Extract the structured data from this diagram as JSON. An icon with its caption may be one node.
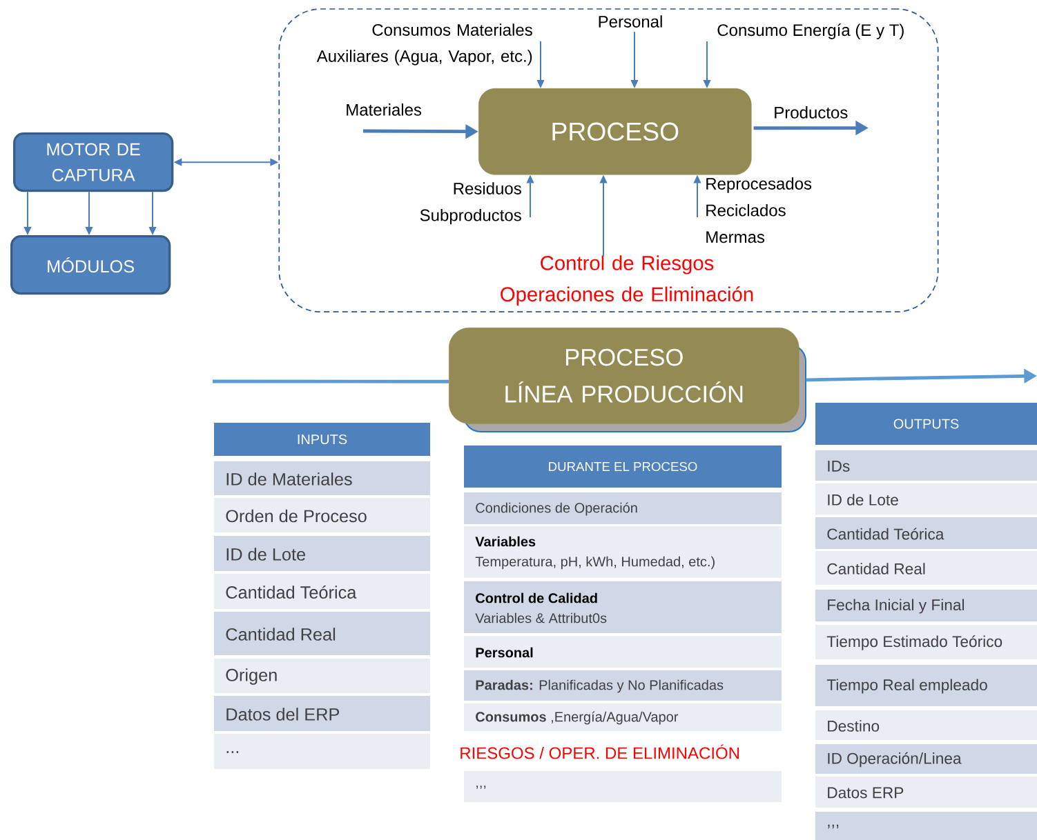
{
  "diagram": {
    "nodes": [
      {
        "text": [
          "MOTOR DE CAPTURA"
        ]
      },
      {
        "text": [
          "MÓDULOS"
        ]
      },
      {
        "text": [],
        "shape": "box"
      },
      {
        "text": [
          "Consumos Materiales Auxiliares (Agua, Vapor, etc.)"
        ],
        "in": 2
      },
      {
        "text": [
          "Personal"
        ],
        "in": 2
      },
      {
        "text": [
          "Consumo Energía (E y T)"
        ],
        "in": 2
      },
      {
        "text": [
          "Materiales"
        ],
        "in": 2
      },
      {
        "text": [
          "PROCESO"
        ],
        "in": 2
      },
      {
        "text": [
          "Productos"
        ],
        "in": 2
      },
      {
        "text": [
          "Residuos Subproductos"
        ],
        "in": 2
      },
      {
        "text": [
          "Reprocesados Reciclados Mermas"
        ],
        "in": 2
      },
      {
        "text": [
          "Control de Riesgos Operaciones de Eliminación"
        ],
        "in": 2
      },
      {
        "text": [
          "PROCESO LÍNEA PRODUCCIÓN"
        ]
      },
      {
        "text": [
          "INPUTS",
          "ID de Materiales",
          "Orden de Proceso",
          "ID de Lote",
          "Cantidad Teórica",
          "Cantidad Real",
          "Origen",
          "Datos del ERP",
          "..."
        ]
      },
      {
        "text": [
          "DURANTE EL PROCESO",
          "Condiciones de Operación",
          "Variables",
          "Temperatura, pH, kWh, Humedad, etc.)",
          "Control de Calidad",
          "Variables & Attribut0s",
          "Personal",
          "**Paradas:** Planificadas y No Planificadas",
          "**Consumos** ,Energía/Agua/Vapor",
          "RIESGOS / OPER. DE ELIMINACIÓN",
          ",,,"
        ]
      },
      {
        "text": [
          "OUTPUTS",
          "IDs",
          "ID de Lote",
          "Cantidad Teórica",
          "Cantidad Real",
          "Fecha Inicial y Final",
          "Tiempo Estimado Teórico",
          "Tiempo Real empleado",
          "Destino",
          "ID Operación/Linea",
          "Datos ERP",
          ",,,"
        ]
      }
    ],
    "edges": [
      {
        "from": 0,
        "to": 2,
        "arrow": "both"
      },
      {
        "from": 0,
        "to": 1,
        "arrow": "to"
      },
      {
        "from": 0,
        "to": 1,
        "arrow": "to"
      },
      {
        "from": 0,
        "to": 1,
        "arrow": "to"
      },
      {
        "from": 3,
        "to": 7,
        "arrow": "to"
      },
      {
        "from": 4,
        "to": 7,
        "arrow": "to"
      },
      {
        "from": 5,
        "to": 7,
        "arrow": "to"
      },
      {
        "from": 6,
        "to": 7,
        "arrow": "to",
        "style": "thick"
      },
      {
        "from": 7,
        "to": 8,
        "arrow": "to",
        "style": "thick"
      },
      {
        "from": 9,
        "to": 7,
        "arrow": "to"
      },
      {
        "from": 10,
        "to": 7,
        "arrow": "to"
      },
      {
        "from": 11,
        "to": 7,
        "arrow": "to"
      },
      {
        "from": null,
        "to": 12,
        "arrow": "none",
        "style": "thick",
        "color": "#5b9bd5"
      },
      {
        "from": 12,
        "to": null,
        "arrow": "to",
        "style": "thick",
        "color": "#5b9bd5"
      }
    ]
  }
}
